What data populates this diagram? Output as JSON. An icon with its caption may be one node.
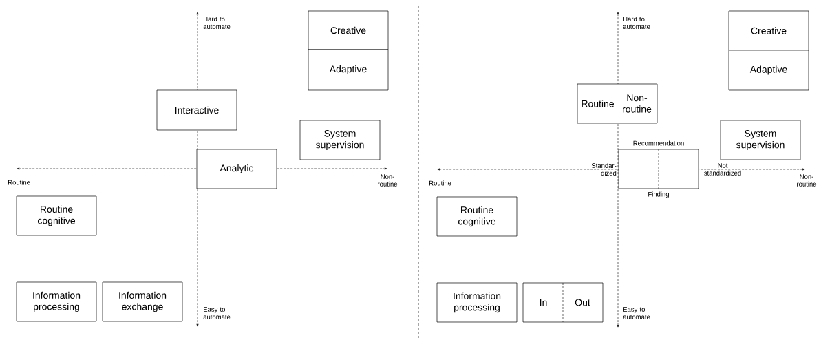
{
  "diagram": {
    "nodes": [
      {
        "text": [
          "Creative"
        ]
      },
      {
        "text": [
          "Adaptive"
        ]
      },
      {
        "text": [
          "Interactive"
        ]
      },
      {
        "text": [
          "System supervision"
        ]
      },
      {
        "text": [
          "Analytic"
        ]
      },
      {
        "text": [
          "Routine cognitive"
        ]
      },
      {
        "text": [
          "Information processing"
        ]
      },
      {
        "text": [
          "Information exchange"
        ]
      },
      {
        "text": [
          "Creative"
        ]
      },
      {
        "text": [
          "Adaptive"
        ]
      },
      {
        "text": [
          "Routine",
          "Non- routine"
        ]
      },
      {
        "text": [
          "System supervision"
        ]
      },
      {
        "text": [],
        "shape": "box",
        "beside": [
          "Recommendation",
          "Standar- dized",
          "Not standardized",
          "Finding"
        ]
      },
      {
        "text": [
          "Routine cognitive"
        ]
      },
      {
        "text": [
          "Information processing"
        ]
      },
      {
        "text": [
          "In",
          "Out"
        ]
      }
    ],
    "labels": [
      "Hard to automate",
      "Routine",
      "Non- routine",
      "Easy to automate",
      "Hard to automate",
      "Routine",
      "Non- routine",
      "Easy to automate"
    ]
  }
}
